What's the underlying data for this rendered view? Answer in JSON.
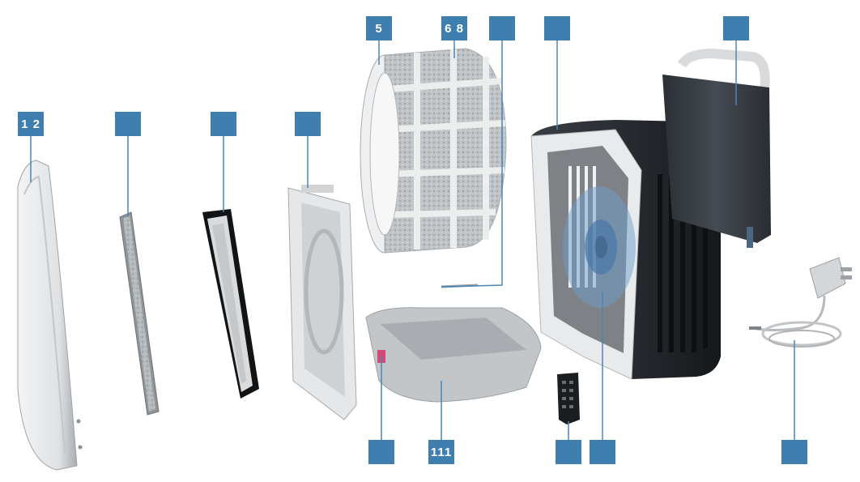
{
  "colors": {
    "callout": "#3f7fb0",
    "leader": "#4a86b6",
    "housing_dark": "#1f2328",
    "plastic_light": "#e2e4e6",
    "plastic_mid": "#b9bcc0",
    "fan_blue": "#6e9fcc"
  },
  "callouts": [
    {
      "id": "c-top-1",
      "label": "5"
    },
    {
      "id": "c-top-2",
      "label": "6 8"
    },
    {
      "id": "c-top-3",
      "label": ""
    },
    {
      "id": "c-top-4",
      "label": ""
    },
    {
      "id": "c-top-5",
      "label": ""
    },
    {
      "id": "c-mid-1",
      "label": "1 2"
    },
    {
      "id": "c-mid-2",
      "label": ""
    },
    {
      "id": "c-mid-3",
      "label": ""
    },
    {
      "id": "c-mid-4",
      "label": ""
    },
    {
      "id": "c-bot-1",
      "label": ""
    },
    {
      "id": "c-bot-2",
      "label": "111"
    },
    {
      "id": "c-bot-3",
      "label": ""
    },
    {
      "id": "c-bot-4",
      "label": ""
    },
    {
      "id": "c-bot-5",
      "label": ""
    }
  ]
}
